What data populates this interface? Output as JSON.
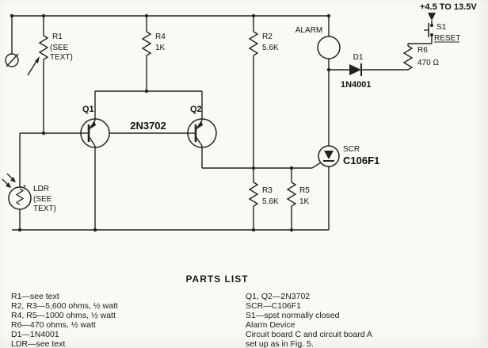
{
  "schematic": {
    "supply": "+4.5 TO 13.5V",
    "s1": "S1",
    "reset": "RESET",
    "r1": "R1",
    "r1_note1": "(SEE",
    "r1_note2": "TEXT)",
    "r4": "R4",
    "r4_val": "1K",
    "r2": "R2",
    "r2_val": "5.6K",
    "r3": "R3",
    "r3_val": "5.6K",
    "r5": "R5",
    "r5_val": "1K",
    "r6": "R6",
    "r6_val": "470 Ω",
    "alarm": "ALARM",
    "d1": "D1",
    "d1_val": "1N4001",
    "q1": "Q1",
    "q2": "Q2",
    "q_val": "2N3702",
    "scr": "SCR",
    "scr_val": "C106F1",
    "ldr_star": "*",
    "ldr": "LDR",
    "ldr_note1": "(SEE",
    "ldr_note2": "TEXT)"
  },
  "parts_list": {
    "title": "PARTS LIST",
    "left": [
      "R1—see text",
      "R2, R3—5,600 ohms, ½ watt",
      "R4, R5—1000 ohms, ½ watt",
      "R6—470 ohms, ½ watt",
      "D1—1N4001",
      "LDR—see text"
    ],
    "right": [
      "Q1, Q2—2N3702",
      "SCR—C106F1",
      "S1—spst normally closed",
      "Alarm Device",
      "Circuit board C and circuit board A",
      "set up as in Fig. 5."
    ]
  }
}
